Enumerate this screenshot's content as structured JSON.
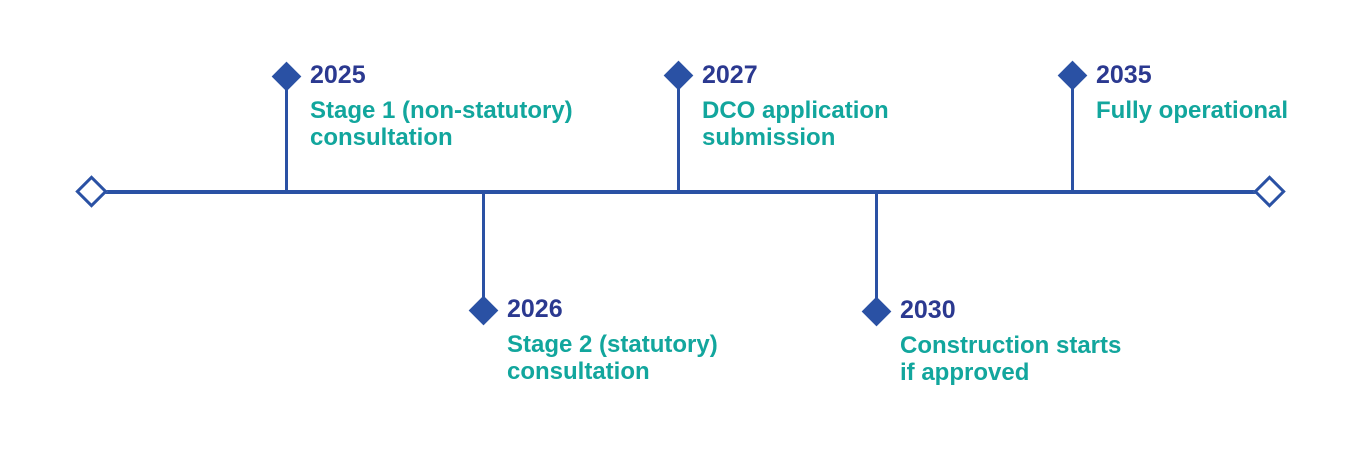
{
  "timeline": {
    "colors": {
      "line": "#2a51a4",
      "marker": "#2a51a4",
      "year_text": "#2b3990",
      "description_text": "#12a69d",
      "endpoint_fill": "#ffffff"
    },
    "icons": {
      "start": "white-diamond-icon",
      "end": "white-diamond-icon",
      "milestone": "blue-diamond-icon"
    },
    "milestones": [
      {
        "year": "2025",
        "description": "Stage 1 (non-statutory)\nconsultation",
        "position": "above"
      },
      {
        "year": "2026",
        "description": "Stage 2 (statutory)\nconsultation",
        "position": "below"
      },
      {
        "year": "2027",
        "description": "DCO application\nsubmission",
        "position": "above"
      },
      {
        "year": "2030",
        "description": "Construction starts\nif approved",
        "position": "below"
      },
      {
        "year": "2035",
        "description": "Fully operational",
        "position": "above"
      }
    ]
  }
}
